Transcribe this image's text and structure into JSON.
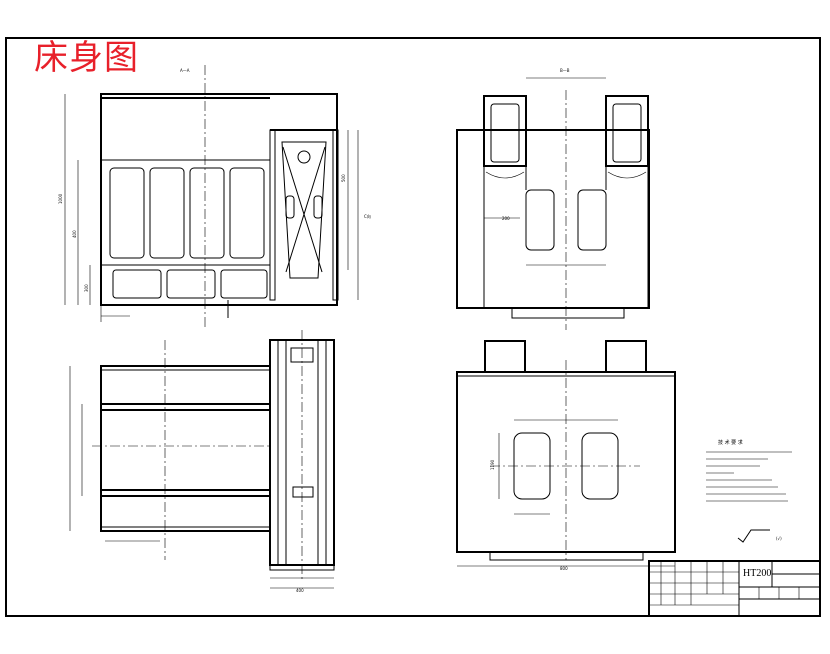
{
  "drawing": {
    "title": "床身图",
    "title_color": "#e8202a",
    "line_color": "#000000",
    "material": "HT200",
    "notes_heading": "技 术 要 求",
    "section_labels": [
      "A—A",
      "B—B",
      "C向"
    ],
    "dims": [
      "1000",
      "300",
      "400",
      "500",
      "800",
      "1190",
      "200",
      "400"
    ],
    "roughness": "(√)"
  }
}
